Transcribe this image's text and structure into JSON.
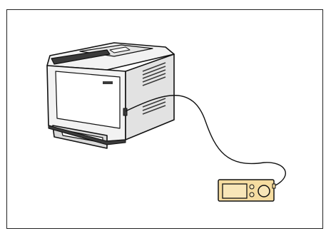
{
  "illustration": {
    "subject_devices": [
      "printer",
      "digital camera"
    ],
    "connection": "cable",
    "colors": {
      "outline": "#111111",
      "printer_body": "#f2f2f2",
      "printer_shade": "#d9d9d9",
      "printer_dark": "#3a3a3a",
      "camera_body": "#f5dca0",
      "camera_screen": "#f8e6b8",
      "background": "#ffffff"
    }
  }
}
